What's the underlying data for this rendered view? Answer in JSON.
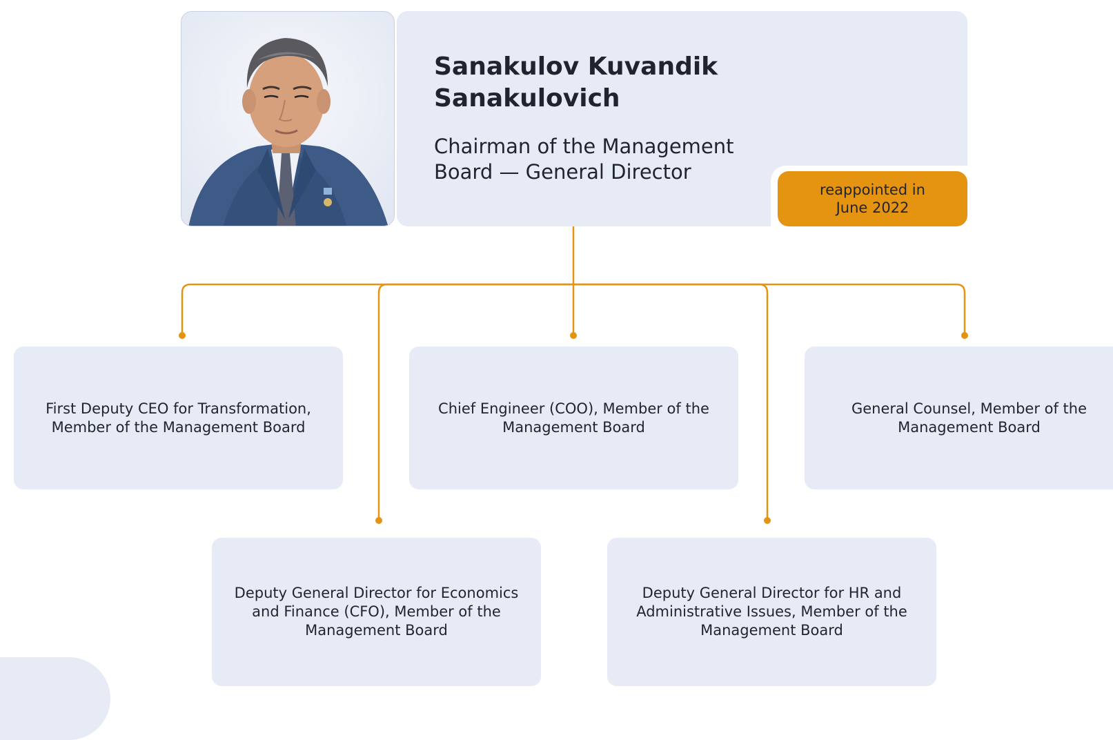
{
  "head": {
    "name": "Sanakulov Kuvandik Sanakulovich",
    "role": "Chairman of the Management Board — General Director",
    "badge": "reappointed in June 2022"
  },
  "positions": [
    "First Deputy CEO for Transformation, Member of the Management Board",
    "Chief Engineer (COO), Member of the Management Board",
    "General Counsel, Member of the Management Board",
    "Deputy General Director for Economics and Finance (CFO), Member of the Management Board",
    "Deputy General Director for HR and Administrative Issues, Member of the Management Board"
  ],
  "colors": {
    "accent": "#e59411",
    "card_background": "#e7ebf5",
    "text": "#1f2430"
  }
}
